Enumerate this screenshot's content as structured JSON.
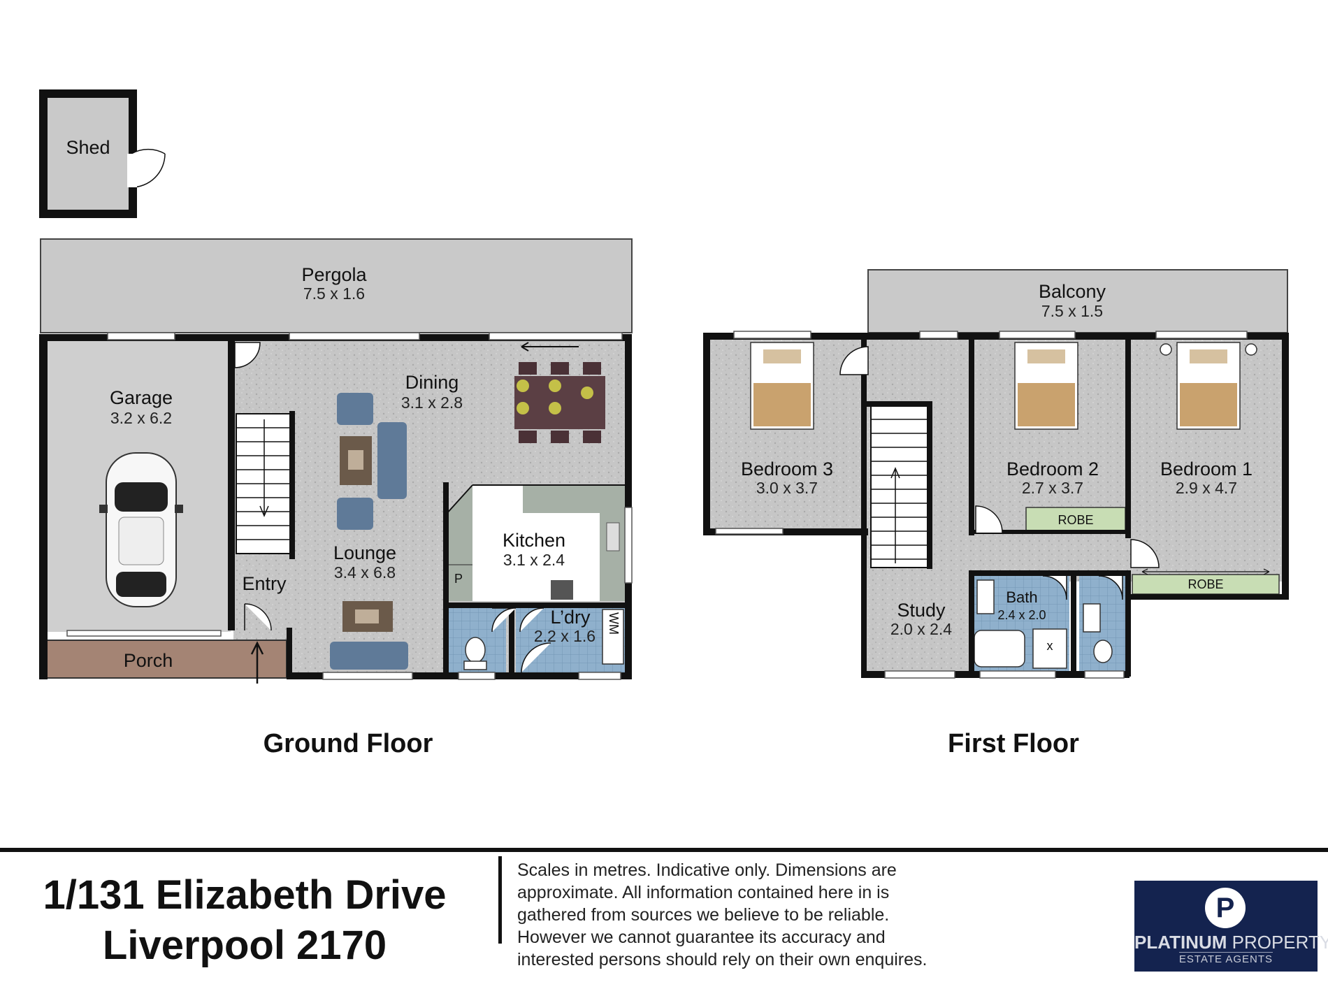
{
  "ground_floor": {
    "title": "Ground Floor",
    "rooms": {
      "shed": {
        "name": "Shed"
      },
      "pergola": {
        "name": "Pergola",
        "dims": "7.5 x 1.6"
      },
      "garage": {
        "name": "Garage",
        "dims": "3.2 x 6.2"
      },
      "dining": {
        "name": "Dining",
        "dims": "3.1 x 2.8"
      },
      "lounge": {
        "name": "Lounge",
        "dims": "3.4 x 6.8"
      },
      "kitchen": {
        "name": "Kitchen",
        "dims": "3.1 x 2.4"
      },
      "laundry": {
        "name": "L’dry",
        "dims": "2.2 x 1.6"
      },
      "entry": {
        "name": "Entry"
      },
      "porch": {
        "name": "Porch"
      }
    },
    "pantry_label": "P",
    "washing_machine_label": "WM"
  },
  "first_floor": {
    "title": "First Floor",
    "rooms": {
      "balcony": {
        "name": "Balcony",
        "dims": "7.5 x 1.5"
      },
      "bedroom3": {
        "name": "Bedroom 3",
        "dims": "3.0 x 3.7"
      },
      "bedroom2": {
        "name": "Bedroom 2",
        "dims": "2.7 x 3.7"
      },
      "bedroom1": {
        "name": "Bedroom 1",
        "dims": "2.9 x 4.7"
      },
      "study": {
        "name": "Study",
        "dims": "2.0 x 2.4"
      },
      "bath": {
        "name": "Bath",
        "dims": "2.4 x 2.0"
      }
    },
    "robe_label": "ROBE",
    "shower_label": "x"
  },
  "address": {
    "line1": "1/131 Elizabeth Drive",
    "line2": "Liverpool 2170"
  },
  "disclaimer": [
    "Scales in metres. Indicative only. Dimensions are",
    "approximate. All information contained here in is",
    "gathered from sources we believe to be reliable.",
    "However we cannot guarantee its accuracy and",
    "interested persons should rely on their own enquires."
  ],
  "logo": {
    "mark": "P",
    "name_bold": "PLATINUM",
    "name_rest": "PROPERTY",
    "tagline": "ESTATE AGENTS"
  },
  "colors": {
    "wall": "#111111",
    "floor_grey": "#c9c9c9",
    "garage_grey": "#cfcfcf",
    "porch_brown": "#a48474",
    "wet_area_blue": "#8fb0cc",
    "robe_green": "#c8ddb4",
    "logo_navy": "#14234f"
  }
}
